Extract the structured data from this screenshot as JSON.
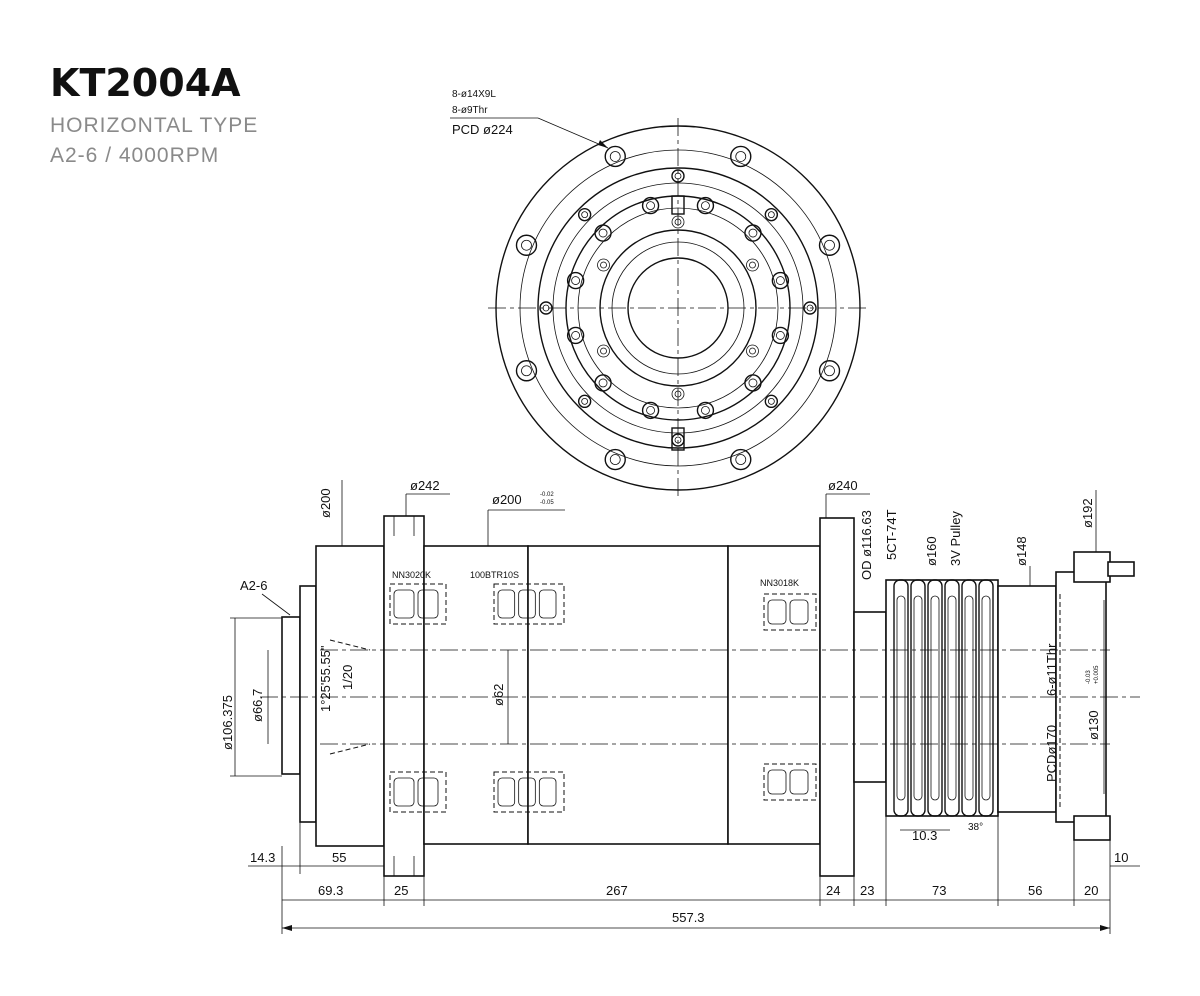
{
  "header": {
    "model": "KT2004A",
    "type": "HORIZONTAL TYPE",
    "spec": "A2-6 / 4000RPM"
  },
  "front_view": {
    "callout_line1": "8-ø14X9L",
    "callout_line2": "8-ø9Thr",
    "callout_line3": "PCD  ø224"
  },
  "side_view": {
    "d_200": "ø200",
    "d_242": "ø242",
    "d_200_tol": "ø200",
    "tol_up": "-0.02",
    "tol_dn": "-0.05",
    "d_240": "ø240",
    "od": "OD ø116.63",
    "sct": "5CT-74T",
    "pulley_d": "ø160",
    "pulley": "3V Pulley",
    "d_148": "ø148",
    "d_192": "ø192",
    "a26": "A2-6",
    "nn3020k": "NN3020K",
    "btr": "100BTR10S",
    "nn3018k": "NN3018K",
    "d_106": "ø106.375",
    "d_66": "ø66.7",
    "taper": "1°25'55.55\"",
    "ratio": "1/20",
    "d_62": "ø62",
    "pcd170": "PCDø170",
    "thr": "6-ø11Thr",
    "d_130": "ø130",
    "tol130_up": "-0.03",
    "tol130_dn": "+0.005",
    "groove": "10.3",
    "groove_angle": "38°"
  },
  "dimensions": {
    "d14_3": "14.3",
    "d55": "55",
    "d69_3": "69.3",
    "d25": "25",
    "d267": "267",
    "d24": "24",
    "d23": "23",
    "d73": "73",
    "d56": "56",
    "d20": "20",
    "d10": "10",
    "d557_3": "557.3"
  }
}
